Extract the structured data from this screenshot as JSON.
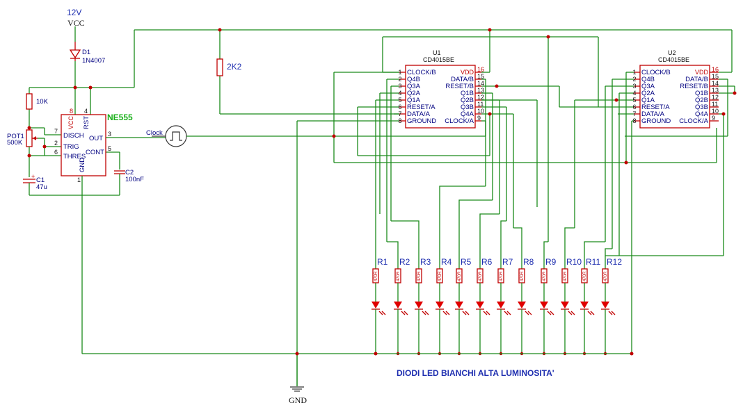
{
  "supply": {
    "voltage": "12V",
    "net": "VCC"
  },
  "ground": {
    "label": "GND"
  },
  "diode": {
    "ref": "D1",
    "value": "1N4007"
  },
  "resistor_top": {
    "value": "10K"
  },
  "resistor_2k2": {
    "value": "2K2"
  },
  "pot": {
    "ref": "POT1",
    "value": "500K"
  },
  "cap1": {
    "ref": "C1",
    "value": "47u",
    "polarity": "+"
  },
  "cap2": {
    "ref": "C2",
    "value": "100nF"
  },
  "timer": {
    "name": "NE555",
    "pins": {
      "vcc_num": "8",
      "vcc": "VCC",
      "rst_num": "4",
      "rst": "RST",
      "disch_num": "7",
      "disch": "DISCH",
      "trig_num": "2",
      "trig": "TRIG",
      "thres_num": "6",
      "thres": "THRES",
      "out_num": "3",
      "out": "OUT",
      "cont_num": "5",
      "cont": "CONT",
      "gnd_num": "1",
      "gnd": "GND"
    }
  },
  "clock_label": "Clock",
  "u1": {
    "ref": "U1",
    "part": "CD4015BE",
    "left": [
      {
        "num": "1",
        "name": "CLOCK/B"
      },
      {
        "num": "2",
        "name": "Q4B"
      },
      {
        "num": "3",
        "name": "Q3A"
      },
      {
        "num": "4",
        "name": "Q2A"
      },
      {
        "num": "5",
        "name": "Q1A"
      },
      {
        "num": "6",
        "name": "RESET/A"
      },
      {
        "num": "7",
        "name": "DATA/A"
      },
      {
        "num": "8",
        "name": "GROUND"
      }
    ],
    "right": [
      {
        "num": "16",
        "name": "VDD"
      },
      {
        "num": "15",
        "name": "DATA/B"
      },
      {
        "num": "14",
        "name": "RESET/B"
      },
      {
        "num": "13",
        "name": "Q1B"
      },
      {
        "num": "12",
        "name": "Q2B"
      },
      {
        "num": "11",
        "name": "Q3B"
      },
      {
        "num": "10",
        "name": "Q4A"
      },
      {
        "num": "9",
        "name": "CLOCK/A"
      }
    ]
  },
  "u2": {
    "ref": "U2",
    "part": "CD4015BE",
    "left": [
      {
        "num": "1",
        "name": "CLOCK/B"
      },
      {
        "num": "2",
        "name": "Q4B"
      },
      {
        "num": "3",
        "name": "Q3A"
      },
      {
        "num": "4",
        "name": "Q2A"
      },
      {
        "num": "5",
        "name": "Q1A"
      },
      {
        "num": "6",
        "name": "RESET/A"
      },
      {
        "num": "7",
        "name": "DATA/A"
      },
      {
        "num": "8",
        "name": "GROUND"
      }
    ],
    "right": [
      {
        "num": "16",
        "name": "VDD"
      },
      {
        "num": "15",
        "name": "DATA/B"
      },
      {
        "num": "14",
        "name": "RESET/B"
      },
      {
        "num": "13",
        "name": "Q1B"
      },
      {
        "num": "12",
        "name": "Q2B"
      },
      {
        "num": "11",
        "name": "Q3B"
      },
      {
        "num": "10",
        "name": "Q4A"
      },
      {
        "num": "9",
        "name": "CLOCK/A"
      }
    ]
  },
  "led_resistors": {
    "value": "470R",
    "refs": [
      "R1",
      "R2",
      "R3",
      "R4",
      "R5",
      "R6",
      "R7",
      "R8",
      "R9",
      "R10",
      "R11",
      "R12"
    ]
  },
  "led_note": "DIODI LED BIANCHI ALTA LUMINOSITA'",
  "colors": {
    "wire": "#1a8a1a",
    "component": "#c00000",
    "label": "#1f2fb0",
    "chip_name": "#1ab01a"
  }
}
